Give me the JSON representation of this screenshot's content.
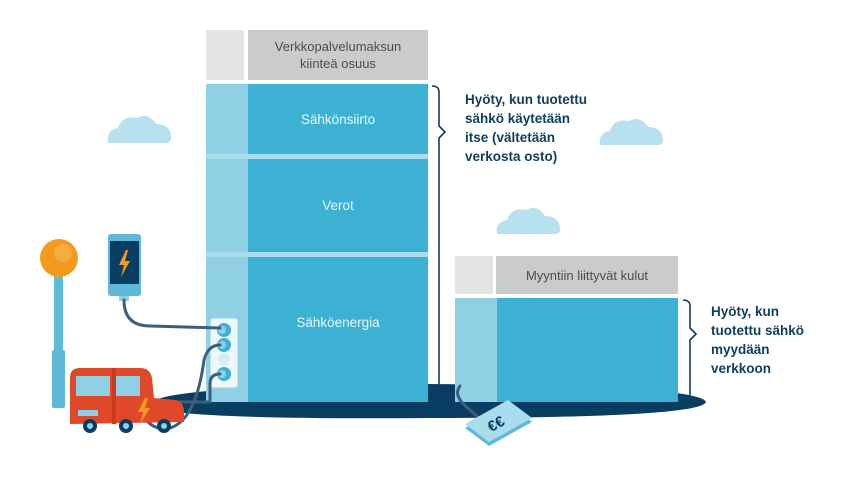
{
  "left_column": {
    "header": "Verkkopalvelumaksun kiinteä osuus",
    "segments": [
      "Sähkönsiirto",
      "Verot",
      "Sähköenergia"
    ]
  },
  "right_column": {
    "header": "Myyntiin liittyvät kulut"
  },
  "annotations": {
    "self_use": "Hyöty, kun tuotettu sähkö käytetään itse (vältetään verkosta osto)",
    "sell_to_grid": "Hyöty, kun tuotettu sähkö myydään verkkoon"
  },
  "icons": [
    "cloud-icon",
    "street-lamp-icon",
    "phone-charging-icon",
    "car-icon",
    "power-outlet-icon",
    "euro-payment-icon",
    "lightning-icon"
  ],
  "colors": {
    "blue_main": "#3cb1d3",
    "blue_light": "#8fd0e4",
    "navy": "#0a3d62",
    "gray": "#cbcbcb",
    "orange": "#f39a1e",
    "red": "#e0482a"
  }
}
